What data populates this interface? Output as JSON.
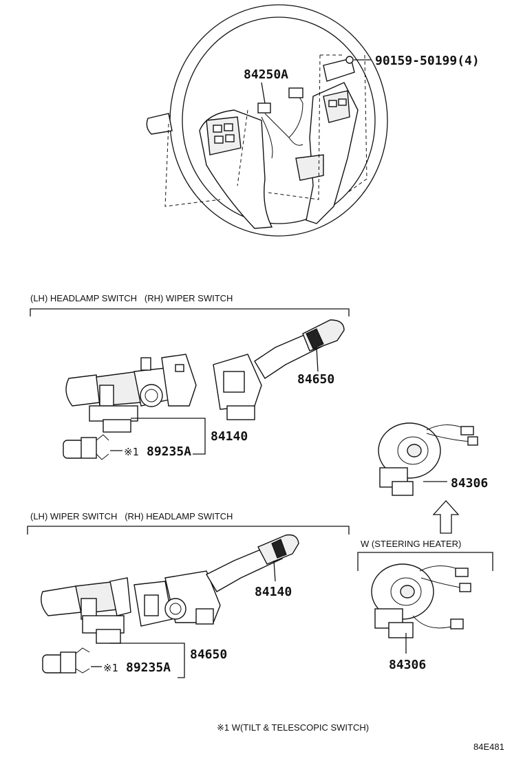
{
  "steering_wheel": {
    "part_84250A": "84250A",
    "part_screw": "90159-50199(4)"
  },
  "upper_group": {
    "caption": "(LH) HEADLAMP SWITCH   (RH) WIPER SWITCH",
    "part_84650": "84650",
    "part_84140": "84140",
    "note_mark": "※1",
    "part_89235A": "89235A"
  },
  "spiral_cable_std": {
    "part_84306": "84306"
  },
  "lower_group": {
    "caption": "(LH) WIPER SWITCH   (RH) HEADLAMP SWITCH",
    "part_84140": "84140",
    "part_84650": "84650",
    "note_mark": "※1",
    "part_89235A": "89235A"
  },
  "spiral_cable_heater": {
    "caption": "W (STEERING HEATER)",
    "part_84306": "84306"
  },
  "footnote": "※1 W(TILT & TELESCOPIC SWITCH)",
  "diagram_id": "84E481"
}
